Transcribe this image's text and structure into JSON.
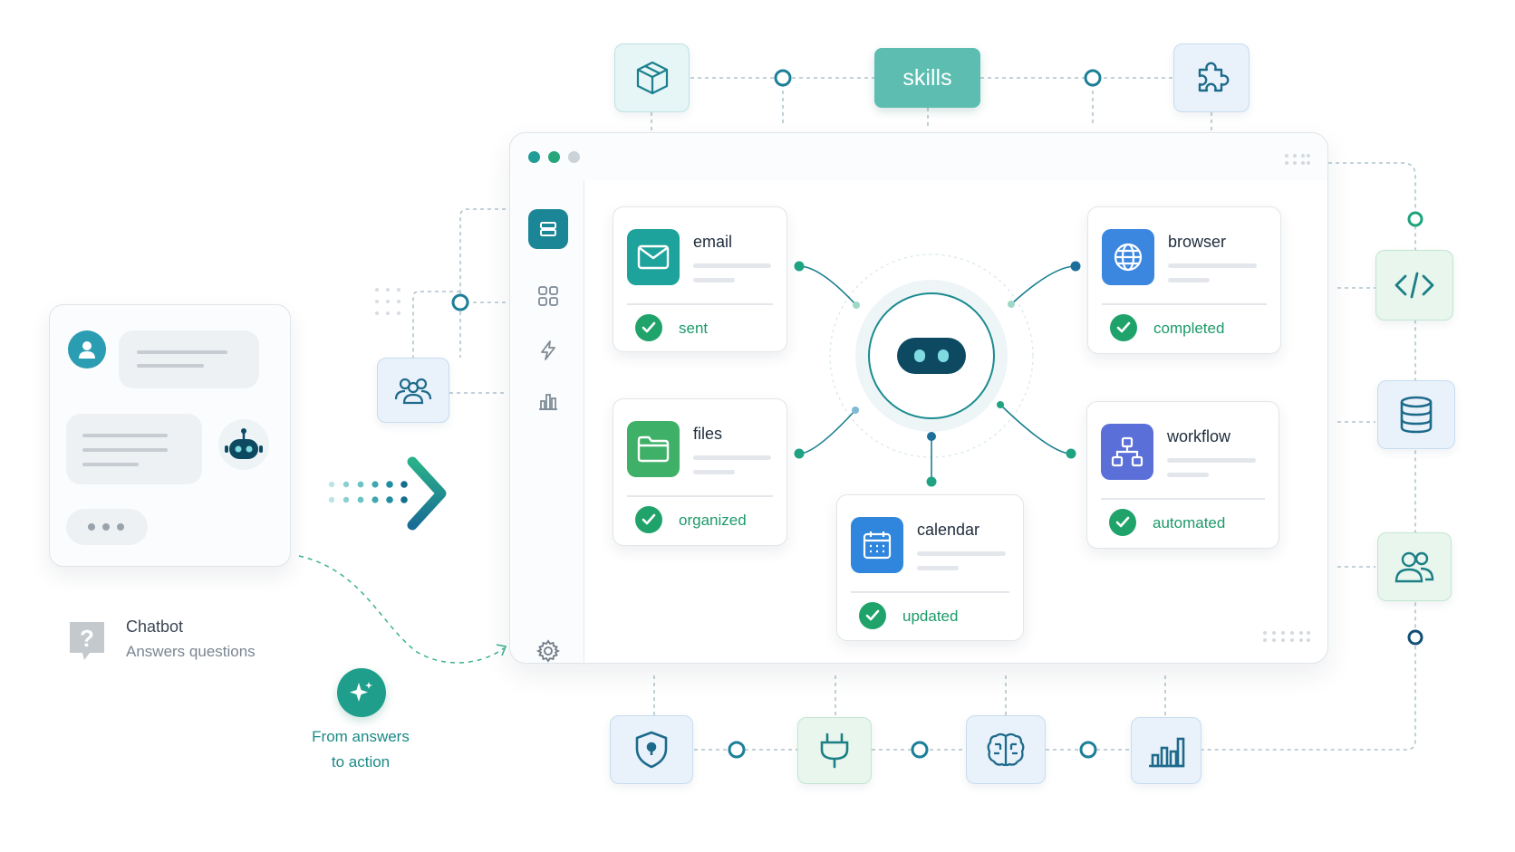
{
  "top": {
    "skills_label": "skills"
  },
  "tasks": [
    {
      "title": "email",
      "status": "sent",
      "icon": "envelope-icon",
      "color": "#1da39b"
    },
    {
      "title": "browser",
      "status": "completed",
      "icon": "globe-icon",
      "color": "#3b87e0"
    },
    {
      "title": "files",
      "status": "organized",
      "icon": "folder-icon",
      "color": "#3fb068"
    },
    {
      "title": "workflow",
      "status": "automated",
      "icon": "hierarchy-icon",
      "color": "#5b6fd8"
    },
    {
      "title": "calendar",
      "status": "updated",
      "icon": "calendar-icon",
      "color": "#2f86dc"
    }
  ],
  "chatbot": {
    "title": "Chatbot",
    "subtitle": "Answers questions"
  },
  "caption": {
    "line1": "From answers",
    "line2": "to action"
  },
  "colors": {
    "accent": "#1a8b8f",
    "success": "#20a36b",
    "pill": "#5dbdb0",
    "navy": "#0d4a62"
  },
  "side_tiles": [
    "code-icon",
    "database-icon",
    "users-icon"
  ],
  "bottom_tiles": [
    "shield-icon",
    "plug-icon",
    "brain-icon",
    "bar-chart-icon"
  ],
  "top_tiles": [
    "cube-icon",
    "puzzle-icon"
  ],
  "sidebar_icons": [
    "panel-icon",
    "grid-icon",
    "lightning-icon",
    "bar-chart-icon",
    "gear-icon"
  ]
}
